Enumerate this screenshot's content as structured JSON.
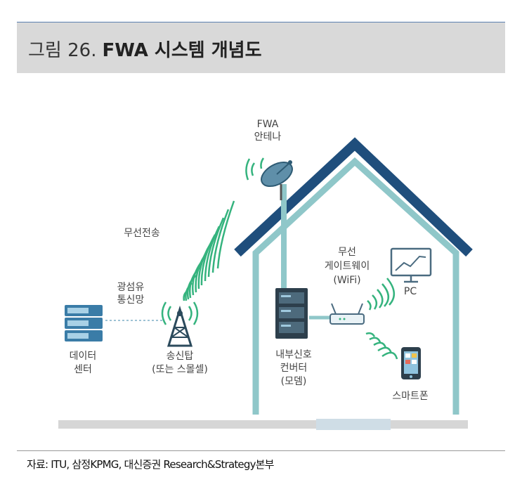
{
  "title": {
    "number": "그림 26.",
    "text": "FWA 시스템 개념도"
  },
  "labels": {
    "fwa_antenna": [
      "FWA",
      "안테나"
    ],
    "wireless_transmission": "무선전송",
    "fiber_link": [
      "광섬유",
      "통신망"
    ],
    "data_center": [
      "데이터",
      "센터"
    ],
    "tower": [
      "송신탑",
      "(또는 스몰셀)"
    ],
    "wireless_gateway": [
      "무선",
      "게이트웨이",
      "(WiFi)"
    ],
    "pc": "PC",
    "modem": [
      "내부신호",
      "컨버터",
      "(모뎀)"
    ],
    "smartphone": "스마트폰"
  },
  "colors": {
    "roof": "#1f4e7c",
    "wall": "#8fc7c9",
    "accent": "#35b37e",
    "ground": "#d6d6d6"
  },
  "source": "자료: ITU, 삼정KPMG, 대신증권 Research&Strategy본부"
}
